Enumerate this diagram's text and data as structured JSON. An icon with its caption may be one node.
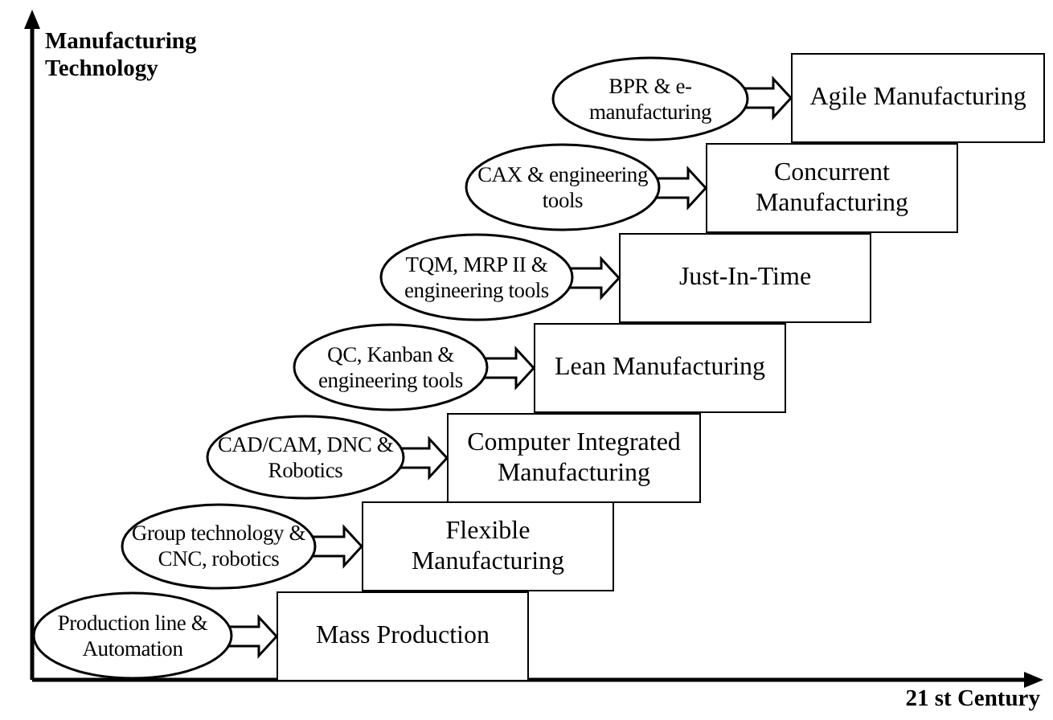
{
  "diagram": {
    "nodes": [
      {
        "text": [
          "BPR & e-manufacturing"
        ]
      },
      {
        "text": [
          "Agile Manufacturing"
        ]
      },
      {
        "text": [
          "CAX & engineering tools"
        ]
      },
      {
        "text": [
          "Concurrent Manufacturing"
        ]
      },
      {
        "text": [
          "TQM, MRP II & engineering tools"
        ]
      },
      {
        "text": [
          "Just-In-Time"
        ]
      },
      {
        "text": [
          "QC, Kanban & engineering tools"
        ]
      },
      {
        "text": [
          "Lean Manufacturing"
        ]
      },
      {
        "text": [
          "CAD/CAM, DNC & Robotics"
        ]
      },
      {
        "text": [
          "Computer Integrated Manufacturing"
        ]
      },
      {
        "text": [
          "Group technology & CNC, robotics"
        ]
      },
      {
        "text": [
          "Flexible Manufacturing"
        ]
      },
      {
        "text": [
          "Production line & Automation"
        ]
      },
      {
        "text": [
          "Mass Production"
        ]
      }
    ],
    "edges": [
      {
        "from": 0,
        "to": 1,
        "arrow": "to"
      },
      {
        "from": 2,
        "to": 3,
        "arrow": "to"
      },
      {
        "from": 4,
        "to": 5,
        "arrow": "to"
      },
      {
        "from": 6,
        "to": 7,
        "arrow": "to"
      },
      {
        "from": 8,
        "to": 9,
        "arrow": "to"
      },
      {
        "from": 10,
        "to": 11,
        "arrow": "to"
      },
      {
        "from": 12,
        "to": 13,
        "arrow": "to"
      }
    ],
    "labels": [
      "Manufacturing Technology",
      "21 st Century"
    ]
  }
}
